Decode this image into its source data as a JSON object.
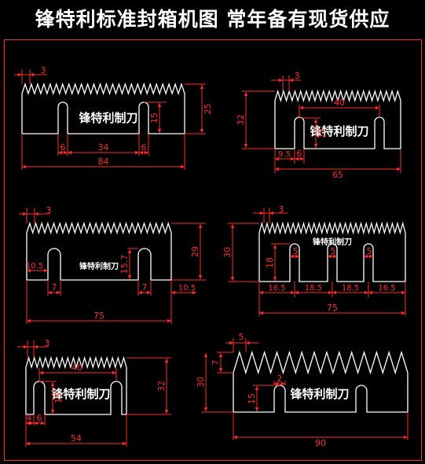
{
  "title": "锋特利标准封箱机图  常年备有现货供应",
  "colors": {
    "background": "#000000",
    "outline": "#ffffff",
    "dimension": "#ff2a2a",
    "frame": "#ff2a2a"
  },
  "blade_label": "锋特利制刀",
  "blades": [
    {
      "dims": {
        "tooth_pitch": "3",
        "height": "25",
        "slot_depth": "15",
        "slot_width_left": "6",
        "slot_spacing": "34",
        "slot_width_right": "6",
        "length": "84"
      }
    },
    {
      "dims": {
        "tooth_pitch": "3",
        "height": "32",
        "slot_spacing": "40",
        "slot_depth": "15",
        "offset": "9.5",
        "slot_width": "6",
        "length": "65"
      }
    },
    {
      "dims": {
        "tooth_pitch": "3",
        "height": "29",
        "left_margin": "10.5",
        "slot_depth": "15.7",
        "slot_width_left": "7",
        "slot_width_right": "7",
        "right_margin": "10.5",
        "length": "75"
      }
    },
    {
      "dims": {
        "tooth_pitch": "3",
        "height": "30",
        "slot_depth": "18",
        "slot_width_1": "5",
        "slot_width_2": "5",
        "slot_width_3": "5",
        "seg_1": "16.5",
        "seg_2": "18.5",
        "seg_3": "18.5",
        "seg_4": "16.5",
        "length": "75"
      }
    },
    {
      "dims": {
        "tooth_pitch": "3",
        "slot_spacing": "40",
        "height": "32",
        "slot_depth": "15",
        "offset": "4",
        "slot_width": "6",
        "length": "54"
      }
    },
    {
      "dims": {
        "tooth_pitch": "5",
        "tooth_height": "7",
        "height": "30",
        "slot_width": "2",
        "slot_depth": "15",
        "length": "90"
      }
    }
  ]
}
